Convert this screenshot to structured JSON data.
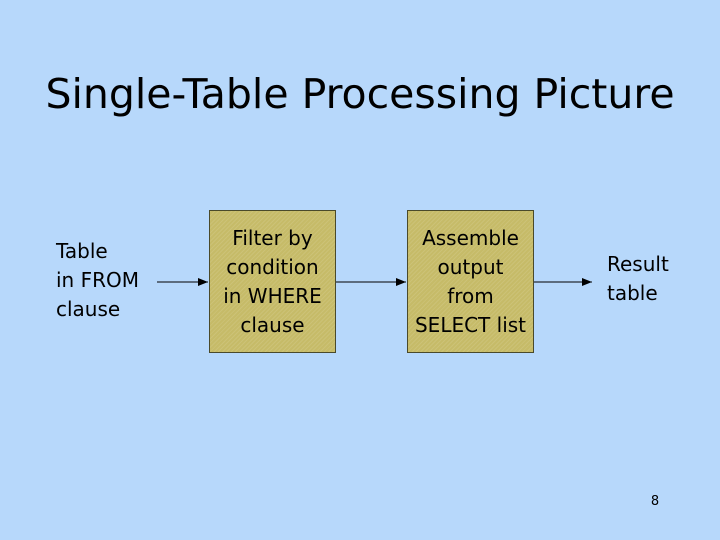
{
  "slide": {
    "title": "Single-Table Processing Picture",
    "input_label": "Table\nin FROM\nclause",
    "boxes": [
      {
        "text": "Filter by\ncondition\nin WHERE\nclause"
      },
      {
        "text": "Assemble\noutput\nfrom\nSELECT list"
      }
    ],
    "output_label": "Result\ntable",
    "page_number": "8"
  },
  "colors": {
    "background": "#b7d8fb",
    "box_fill": "#c6bb68",
    "box_border": "#4a4a2a",
    "arrow": "#000000"
  }
}
